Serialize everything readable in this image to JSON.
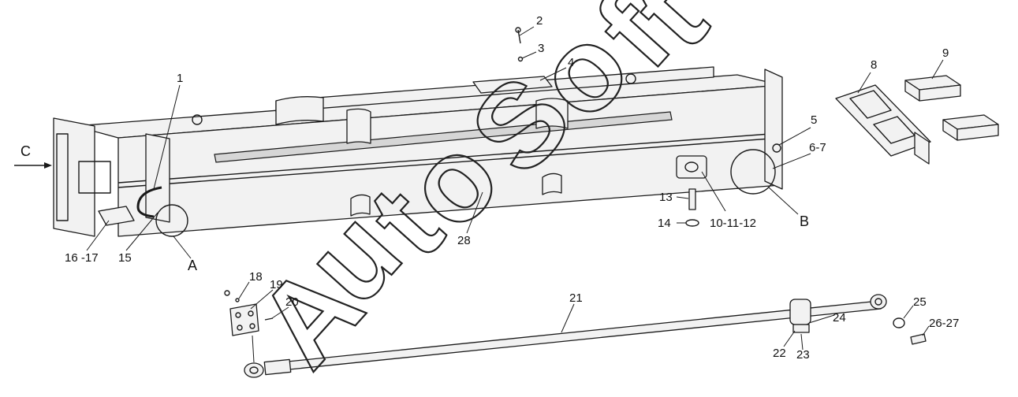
{
  "diagram": {
    "view_labels": [
      "A",
      "B",
      "C"
    ],
    "watermark": [
      "A",
      "u",
      "t",
      "o",
      "S",
      "o",
      "f",
      "t"
    ],
    "callouts": [
      "1",
      "2",
      "3",
      "4",
      "5",
      "6-7",
      "8",
      "9",
      "10-11-12",
      "13",
      "14",
      "15",
      "16 -17",
      "18",
      "19",
      "20",
      "21",
      "22",
      "23",
      "24",
      "25",
      "26-27",
      "28"
    ]
  }
}
